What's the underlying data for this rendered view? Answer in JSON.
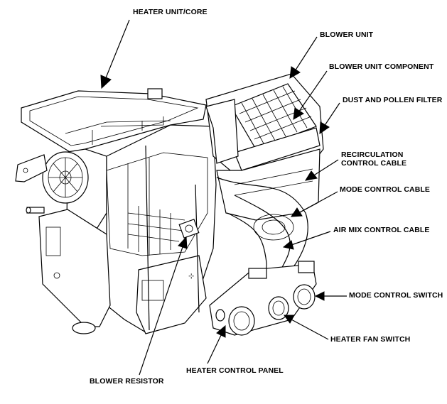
{
  "labels": {
    "heater_unit_core": "HEATER UNIT/CORE",
    "blower_unit": "BLOWER UNIT",
    "blower_unit_component": "BLOWER UNIT COMPONENT",
    "dust_pollen_filter": "DUST AND POLLEN FILTER",
    "recirc_cable_line1": "RECIRCULATION",
    "recirc_cable_line2": "CONTROL CABLE",
    "mode_control_cable": "MODE CONTROL CABLE",
    "air_mix_control_cable": "AIR MIX CONTROL CABLE",
    "mode_control_switch": "MODE CONTROL SWITCH",
    "heater_fan_switch": "HEATER FAN SWITCH",
    "heater_control_panel": "HEATER CONTROL PANEL",
    "blower_resistor": "BLOWER RESISTOR"
  }
}
